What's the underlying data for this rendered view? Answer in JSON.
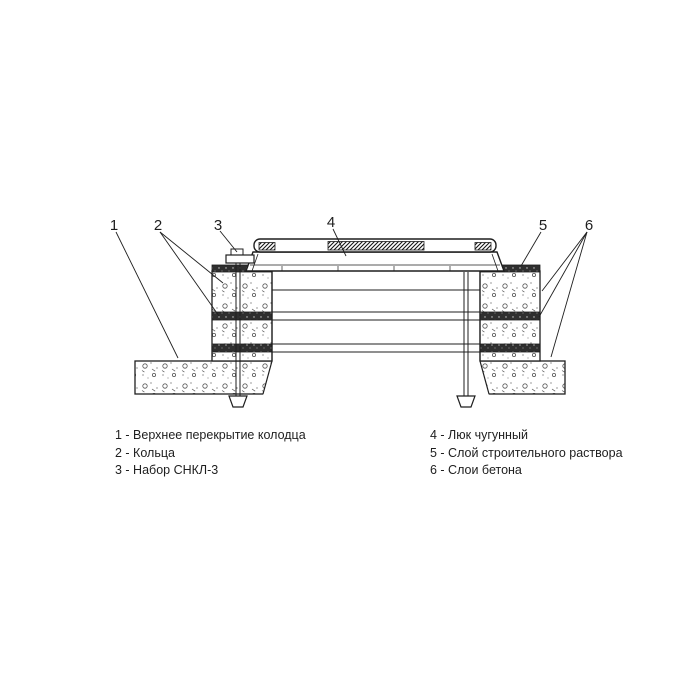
{
  "palette": {
    "ink": "#1f1f1f",
    "paper": "#ffffff",
    "seam_dark": "#2f2f2f"
  },
  "diagram": {
    "description": "Cross-section of a manhole (well) neck: cast-iron hatch on concrete rings over the well top slab",
    "callouts": [
      {
        "number": "1"
      },
      {
        "number": "2"
      },
      {
        "number": "3"
      },
      {
        "number": "4"
      },
      {
        "number": "5"
      },
      {
        "number": "6"
      }
    ]
  },
  "legend": {
    "left": [
      {
        "label": "1 - Верхнее перекрытие колодца"
      },
      {
        "label": "2 - Кольца"
      },
      {
        "label": "3 - Набор СНКЛ-3"
      }
    ],
    "right": [
      {
        "label": "4 - Люк чугунный"
      },
      {
        "label": "5 - Слой строительного раствора"
      },
      {
        "label": "6 - Слои бетона"
      }
    ]
  }
}
